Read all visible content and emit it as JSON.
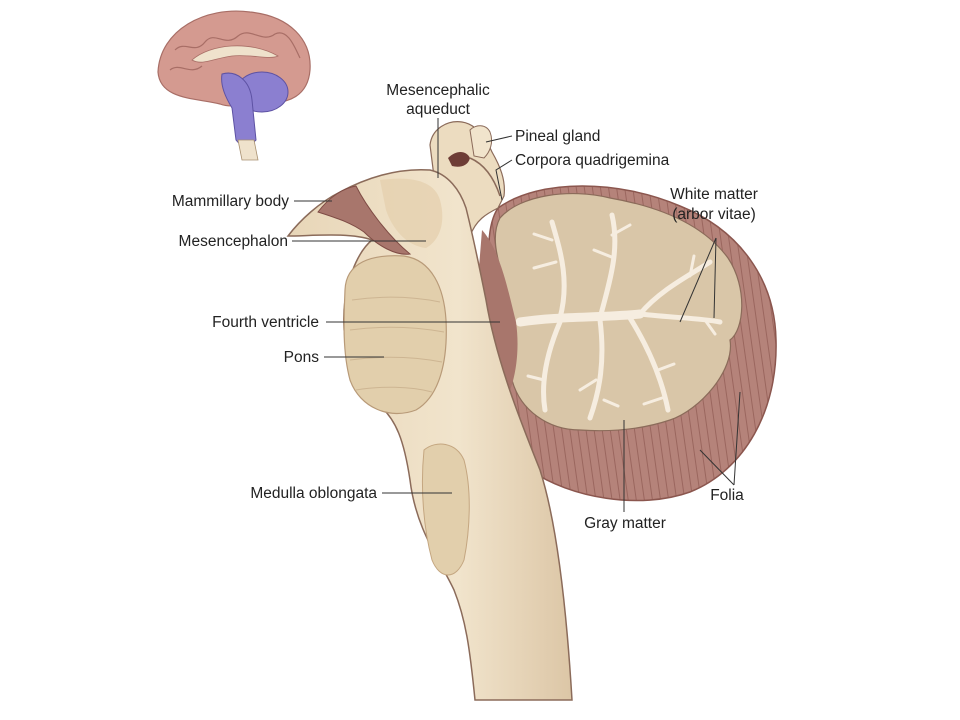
{
  "labels": {
    "mesencephalic_aqueduct_1": "Mesencephalic",
    "mesencephalic_aqueduct_2": "aqueduct",
    "pineal_gland": "Pineal gland",
    "corpora_quadrigemina": "Corpora quadrigemina",
    "white_matter_1": "White matter",
    "white_matter_2": "(arbor vitae)",
    "mammillary_body": "Mammillary body",
    "mesencephalon": "Mesencephalon",
    "fourth_ventricle": "Fourth ventricle",
    "pons": "Pons",
    "medulla_oblongata": "Medulla oblongata",
    "gray_matter": "Gray matter",
    "folia": "Folia"
  },
  "colors": {
    "brainstem_cream": "#ecdcc0",
    "tissue_brown": "#a8766c",
    "cerebellum_folia": "#b5837a",
    "gray_matter": "#d9c6a8",
    "arbor_vitae": "#f6ede0",
    "inset_cortex": "#d49a90",
    "inset_brainstem": "#8b7fd0"
  }
}
